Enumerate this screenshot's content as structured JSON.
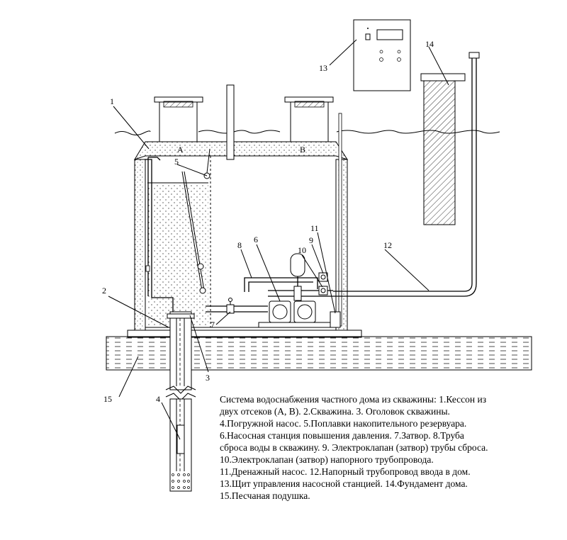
{
  "labels": {
    "l1": "1",
    "l2": "2",
    "l3": "3",
    "l4": "4",
    "l5": "5",
    "l6": "6",
    "l7": "7",
    "l8": "8",
    "l9": "9",
    "l10": "10",
    "l11": "11",
    "l12": "12",
    "l13": "13",
    "l14": "14",
    "l15": "15",
    "compA": "A",
    "compB": "B"
  },
  "caption": [
    "Система водоснабжения частного дома из скважины: 1.Кессон из",
    "двух отсеков (А, В).  2.Скважина. 3. Оголовок скважины.",
    "4.Погружной насос. 5.Поплавки накопительного резервуара.",
    "6.Насосная станция повышения давления. 7.Затвор. 8.Труба",
    "сброса воды в скважину. 9. Электроклапан (затвор) трубы сброса.",
    "10.Электроклапан (затвор) напорного трубопровода.",
    "11.Дренажный насос. 12.Напорный трубопровод ввода в дом.",
    "13.Щит управления насосной станцией. 14.Фундамент дома.",
    "15.Песчаная подушка."
  ]
}
